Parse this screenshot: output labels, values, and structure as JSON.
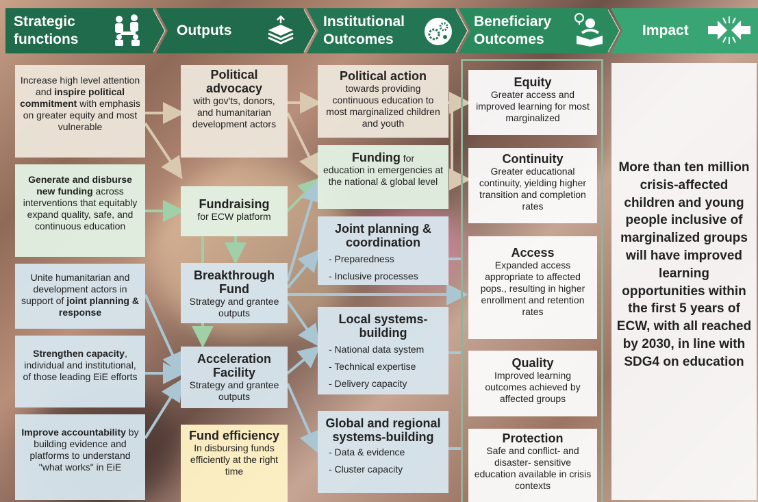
{
  "header": {
    "col1": "Strategic functions",
    "col1_l1": "Strategic",
    "col1_l2": "functions",
    "col2": "Outputs",
    "col3_l1": "Institutional",
    "col3_l2": "Outcomes",
    "col4_l1": "Beneficiary",
    "col4_l2": "Outcomes",
    "col5": "Impact",
    "colors": {
      "dark_green": "#1f6b4b",
      "mid_green": "#2a8a5e",
      "light_green": "#3aa574"
    }
  },
  "strategic": {
    "s1": {
      "pre": "Increase high level attention and ",
      "bold": "inspire political commitment",
      "post": " with emphasis on greater equity and most vulnerable"
    },
    "s2": {
      "bold": "Generate and disburse new funding",
      "post": " across interventions that equitably expand quality, safe, and continuous education"
    },
    "s3": {
      "pre": "Unite humanitarian and development actors in support of ",
      "bold": "joint planning & response"
    },
    "s4": {
      "bold": "Strengthen capacity",
      "post": ", individual and institutional, of those leading EiE efforts"
    },
    "s5": {
      "bold": "Improve accountability",
      "post": " by building evidence and platforms to understand \"what works\" in EiE"
    }
  },
  "outputs": {
    "o1": {
      "title": "Political advocacy",
      "text": "with gov'ts, donors, and humanitarian development actors"
    },
    "o2": {
      "title": "Fundraising",
      "text": "for ECW platform"
    },
    "o3": {
      "title": "Breakthrough Fund",
      "text": "Strategy and grantee outputs"
    },
    "o4": {
      "title": "Acceleration Facility",
      "text": "Strategy and grantee outputs"
    },
    "o5": {
      "title": "Fund efficiency",
      "text": "In disbursing funds efficiently at the right time"
    }
  },
  "institutional": {
    "i1": {
      "title": "Political action",
      "text": "towards providing continuous education to most marginalized children and youth"
    },
    "i2": {
      "title": "Funding",
      "title_suffix": " for",
      "text": "education in emergencies at the national & global level"
    },
    "i3": {
      "title": "Joint planning & coordination",
      "items": [
        "- Preparedness",
        "- Inclusive processes"
      ]
    },
    "i4": {
      "title": "Local systems-building",
      "items": [
        "- National data system",
        "- Technical expertise",
        "- Delivery capacity"
      ]
    },
    "i5": {
      "title": "Global and regional systems-building",
      "items": [
        "- Data & evidence",
        "- Cluster capacity"
      ]
    }
  },
  "beneficiary": {
    "b1": {
      "title": "Equity",
      "text": "Greater access and improved learning for most marginalized"
    },
    "b2": {
      "title": "Continuity",
      "text": "Greater educational continuity, yielding higher transition and completion rates"
    },
    "b3": {
      "title": "Access",
      "text": "Expanded access appropriate to affected pops., resulting in higher enrollment and retention rates"
    },
    "b4": {
      "title": "Quality",
      "text": "Improved learning outcomes achieved by affected groups"
    },
    "b5": {
      "title": "Protection",
      "text": "Safe and conflict- and disaster- sensitive education available in crisis contexts"
    }
  },
  "impact": {
    "text": "More than ten million crisis-affected children and young people inclusive of marginalized groups will have improved learning opportunities within the first 5 years of ECW, with all reached by 2030, in line with SDG4 on education"
  },
  "icons": [
    "people-meeting-icon",
    "layers-icon",
    "gears-icon",
    "reading-child-icon",
    "converging-arrows-icon"
  ]
}
